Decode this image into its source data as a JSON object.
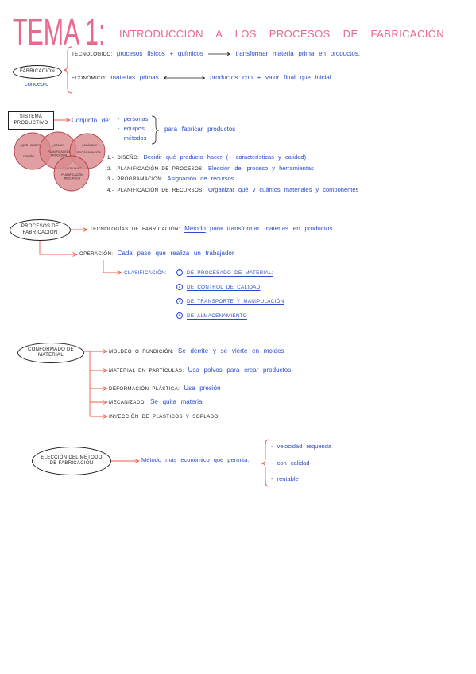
{
  "colors": {
    "title": "#e9688b",
    "arrow": "#ef5b45",
    "blue": "#2b4bcc",
    "ink": "#1e1e1e",
    "venn_fill": "#d98a8d",
    "venn_stroke": "#b5464d"
  },
  "title": {
    "main": "TEMA 1:",
    "sub": "INTRODUCCIÓN A LOS PROCESOS DE FABRICACIÓN"
  },
  "fabricacion": {
    "label": "FABRICACIÓN",
    "note": "concepto",
    "tecnologico": {
      "key": "TECNOLÓGICO:",
      "from": "procesos físicos + químicos",
      "to": "transformar materia prima en productos."
    },
    "economico": {
      "key": "ECONÓMICO:",
      "from": "materias primas",
      "to": "productos con + valor final que inicial"
    }
  },
  "sistema": {
    "label": [
      "SISTEMA",
      "PRODUCTIVO"
    ],
    "conjunto": "Conjunto de:",
    "members": [
      "- personas",
      "- equipos",
      "- métodos"
    ],
    "purpose": "para fabricar productos",
    "venn": [
      {
        "question": "¿QUÉ HACER?",
        "answer": [
          "DISEÑO"
        ]
      },
      {
        "question": "¿CÓMO?",
        "answer": [
          "PLANIFICACIÓN",
          "PROCESOS"
        ]
      },
      {
        "question": "¿CUÁNDO?",
        "answer": [
          "PROGRAMACIÓN"
        ]
      },
      {
        "question": "¿CON QUÉ?",
        "answer": [
          "PLANIFICACIÓN",
          "RECURSOS"
        ]
      }
    ],
    "steps": [
      {
        "key": "1.- DISEÑO:",
        "text": "Decidir qué producto hacer (+ características y calidad)"
      },
      {
        "key": "2.- PLANIFICACIÓN DE PROCESOS:",
        "text": "Elección del proceso y herramientas"
      },
      {
        "key": "3.- PROGRAMACIÓN:",
        "text": "Asignación de recursos"
      },
      {
        "key": "4.- PLANIFICACIÓN DE RECURSOS:",
        "text": "Organizar qué y cuántos materiales y componentes"
      }
    ]
  },
  "procesos": {
    "label": [
      "PROCESOS DE",
      "FABRICACIÓN"
    ],
    "tecnologias": {
      "key": "TECNOLOGÍAS DE FABRICACIÓN:",
      "term": "Método",
      "text": "para transformar materias en productos"
    },
    "operacion": {
      "key": "OPERACIÓN:",
      "text": "Cada paso que realiza un trabajador"
    },
    "clasificacion": {
      "key": "CLASIFICACIÓN:",
      "items": [
        {
          "num": "1",
          "text": "DE PROCESADO DE MATERIAL:"
        },
        {
          "num": "2",
          "text": "DE CONTROL DE CALIDAD"
        },
        {
          "num": "3",
          "text": "DE TRANSPORTE Y MANIPULACIÓN"
        },
        {
          "num": "4",
          "text": "DE ALMACENAMIENTO"
        }
      ]
    }
  },
  "conformado": {
    "label": [
      "CONFORMADO DE",
      "MATERIAL"
    ],
    "methods": [
      {
        "key": "MOLDEO O FUNDICIÓN:",
        "text": "Se derrite y se vierte en moldes"
      },
      {
        "key": "MATERIAL EN PARTÍCULAS:",
        "text": "Usa polvos para crear productos"
      },
      {
        "key": "DEFORMACIÓN PLÁSTICA:",
        "text": "Usa presión"
      },
      {
        "key": "MECANIZADO:",
        "text": "Se quita material"
      },
      {
        "key": "INYECCIÓN DE PLÁSTICOS Y SOPLADO"
      }
    ]
  },
  "eleccion": {
    "label": [
      "ELECCIÓN DEL MÉTODO",
      "DE FABRICACIÓN"
    ],
    "criterio": "Método más económico que permita:",
    "requisitos": [
      "- velocidad requerida",
      "- con calidad",
      "- rentable"
    ]
  }
}
